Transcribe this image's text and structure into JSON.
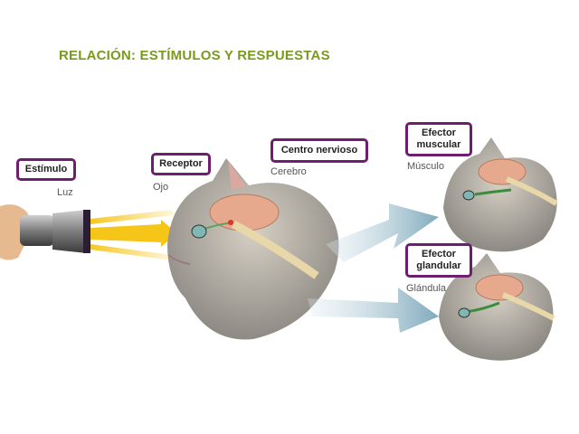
{
  "title": "RELACIÓN: ESTÍMULOS Y RESPUESTAS",
  "labels": {
    "estimulo": "Estímulo",
    "receptor": "Receptor",
    "centro": "Centro nervioso",
    "efector_muscular": "Efector muscular",
    "efector_glandular": "Efector glandular"
  },
  "sublabels": {
    "luz": "Luz",
    "ojo": "Ojo",
    "cerebro": "Cerebro",
    "musculo": "Músculo",
    "glandula": "Glándula"
  },
  "colors": {
    "title": "#7a9a1e",
    "box_border": "#6e1e6e",
    "light_beam": "#f5c518",
    "arrow": "#9fbfcc",
    "nerve": "#e8d7a8"
  }
}
